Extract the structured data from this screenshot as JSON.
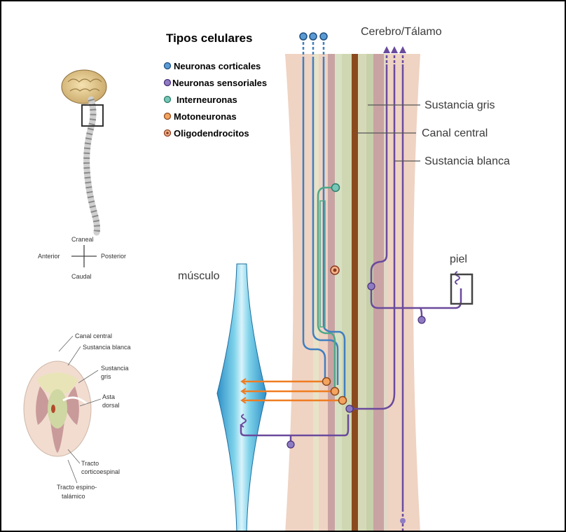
{
  "legend": {
    "title": "Tipos celulares",
    "items": [
      {
        "label": "Neuronas corticales",
        "color": "#5b9bd5"
      },
      {
        "label": "Neuronas sensoriales",
        "color": "#8e7cc3"
      },
      {
        "label": "Interneuronas",
        "color": "#76c7b7"
      },
      {
        "label": "Motoneuronas",
        "color": "#f4a460"
      },
      {
        "label": "Oligodendrocitos",
        "color": "#c0504d"
      }
    ]
  },
  "labels": {
    "brain_thalamus": "Cerebro/Tálamo",
    "gray_matter": "Sustancia gris",
    "central_canal": "Canal central",
    "white_matter": "Sustancia blanca",
    "muscle": "músculo",
    "skin": "piel"
  },
  "orientation": {
    "cranial": "Craneal",
    "anterior": "Anterior",
    "posterior": "Posterior",
    "caudal": "Caudal"
  },
  "cross_section": {
    "central_canal": "Canal central",
    "white_matter": "Sustancia blanca",
    "gray_matter_1": "Sustancia",
    "gray_matter_2": "gris",
    "dorsal_horn_1": "Asta",
    "dorsal_horn_2": "dorsal",
    "corticospinal_1": "Tracto",
    "corticospinal_2": "corticoespinal",
    "spinothalamic_1": "Tracto espino-",
    "spinothalamic_2": "talámico"
  },
  "colors": {
    "cortical": "#3f7fc1",
    "sensory": "#6a4a9c",
    "interneuron": "#4fa88a",
    "motor": "#ef7d22",
    "oligo": "#c0504d",
    "cord_white": "#efd3c3",
    "cord_gray": "#c9a3a3",
    "canal": "#8b4a1e"
  }
}
